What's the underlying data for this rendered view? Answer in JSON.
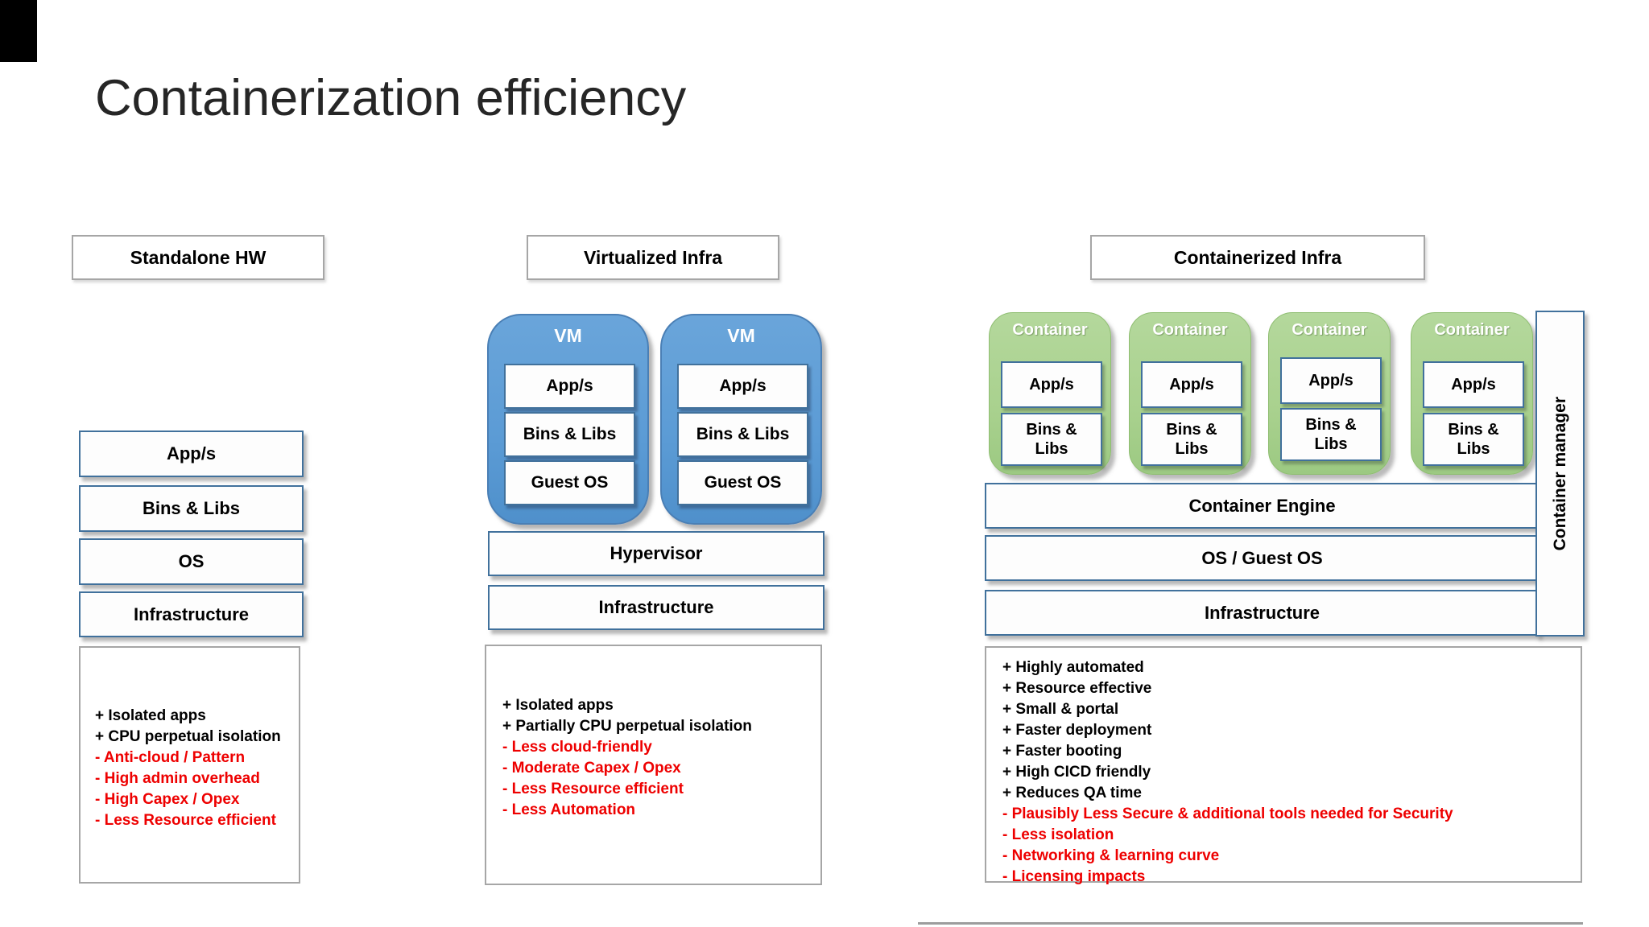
{
  "slide": {
    "title": "Containerization efficiency"
  },
  "colors": {
    "vm_blue": "#5b9bd5",
    "container_green": "#a9d18e",
    "box_border_blue": "#41719c",
    "panel_border_gray": "#a6a6a6",
    "negative_red": "#ee0000",
    "positive_black": "#000000"
  },
  "columns": [
    {
      "header": "Standalone HW",
      "stack": [
        "App/s",
        "Bins & Libs",
        "OS",
        "Infrastructure"
      ],
      "pros": [
        "+ Isolated apps",
        "+ CPU perpetual isolation"
      ],
      "cons": [
        "- Anti-cloud / Pattern",
        "- High admin overhead",
        "- High Capex / Opex",
        "- Less Resource efficient"
      ]
    },
    {
      "header": "Virtualized Infra",
      "vm_label": "VM",
      "vm_stack": [
        "App/s",
        "Bins & Libs",
        "Guest OS"
      ],
      "stack": [
        "Hypervisor",
        "Infrastructure"
      ],
      "pros": [
        "+ Isolated apps",
        "+ Partially CPU perpetual isolation"
      ],
      "cons": [
        "- Less cloud-friendly",
        "- Moderate Capex / Opex",
        "- Less Resource efficient",
        "- Less Automation"
      ]
    },
    {
      "header": "Containerized Infra",
      "container_label": "Container",
      "container_stack": [
        "App/s",
        "Bins &\nLibs"
      ],
      "stack": [
        "Container Engine",
        "OS / Guest OS",
        "Infrastructure"
      ],
      "side_label": "Container manager",
      "pros": [
        "+ Highly automated",
        "+ Resource effective",
        "+ Small & portal",
        "+ Faster deployment",
        "+ Faster booting",
        "+ High CICD friendly",
        "+ Reduces QA time"
      ],
      "cons": [
        "- Plausibly Less Secure & additional tools needed for Security",
        "- Less isolation",
        "- Networking & learning curve",
        "- Licensing impacts"
      ]
    }
  ]
}
